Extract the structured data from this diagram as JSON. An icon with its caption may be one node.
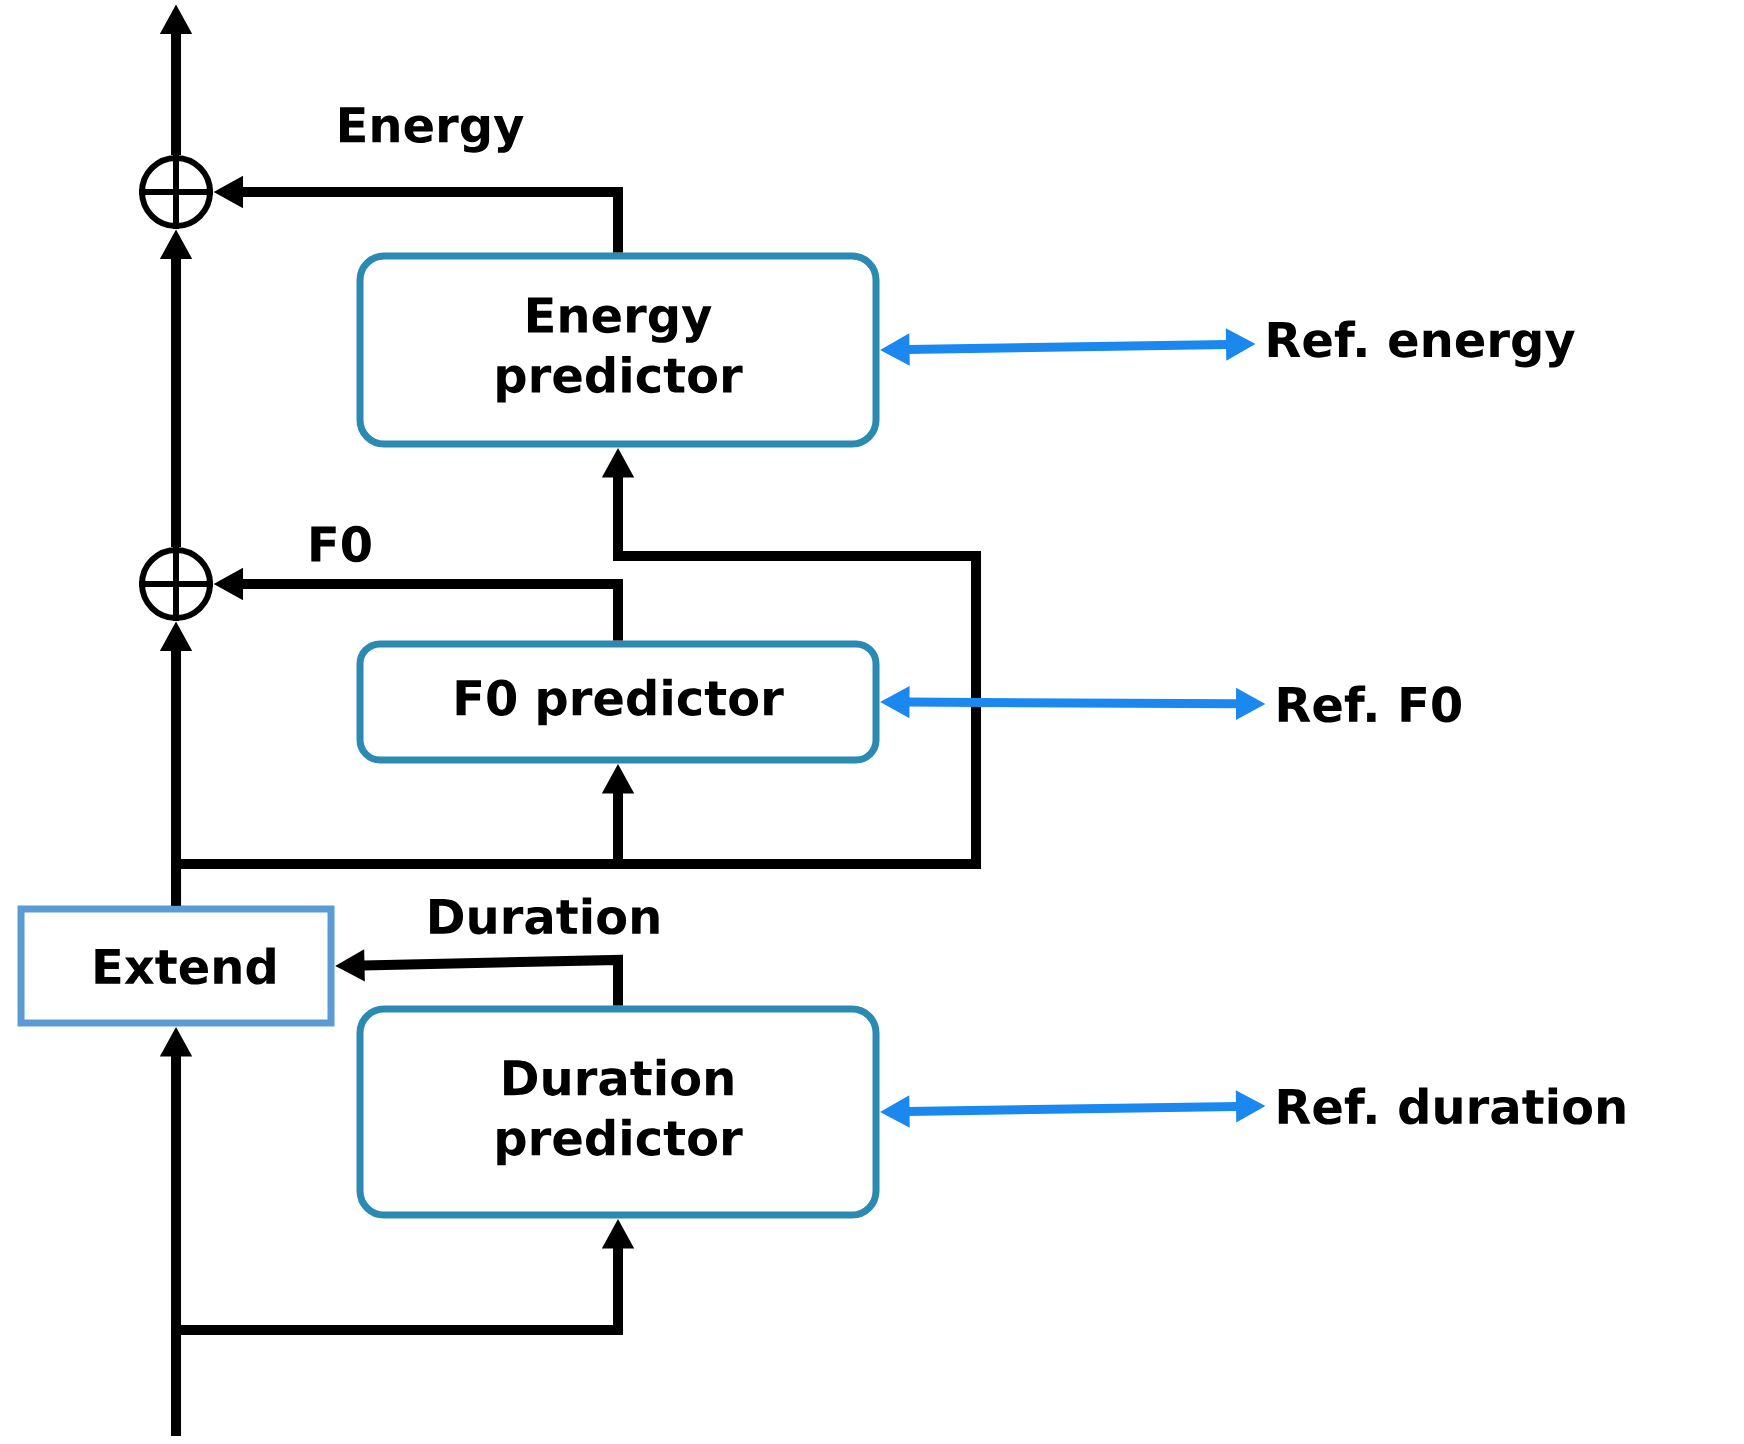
{
  "diagram": {
    "nodes": [
      {
        "text": [
          "Extend"
        ]
      },
      {
        "text": [
          "Duration predictor"
        ]
      },
      {
        "text": [
          "F0 predictor"
        ]
      },
      {
        "text": [
          "Energy predictor"
        ]
      },
      {
        "text": [],
        "shape": "circle"
      },
      {
        "text": [],
        "shape": "circle"
      },
      {
        "text": [
          "Ref. duration"
        ]
      },
      {
        "text": [
          "Ref. F0"
        ]
      },
      {
        "text": [
          "Ref. energy"
        ]
      }
    ],
    "edges": [
      {
        "from": null,
        "to": 0,
        "arrow": "to"
      },
      {
        "from": null,
        "to": 1,
        "arrow": "to"
      },
      {
        "from": 1,
        "to": 0,
        "arrow": "to",
        "label": "Duration"
      },
      {
        "from": 0,
        "to": 5,
        "arrow": "to"
      },
      {
        "from": 0,
        "to": 2,
        "arrow": "to"
      },
      {
        "from": 0,
        "to": 3,
        "arrow": "to"
      },
      {
        "from": 2,
        "to": 5,
        "arrow": "to",
        "label": "F0"
      },
      {
        "from": 5,
        "to": 4,
        "arrow": "to"
      },
      {
        "from": 3,
        "to": 4,
        "arrow": "to",
        "label": "Energy"
      },
      {
        "from": 4,
        "to": null,
        "arrow": "to"
      },
      {
        "from": 1,
        "to": 6,
        "arrow": "both",
        "color": "#1a88ee"
      },
      {
        "from": 2,
        "to": 7,
        "arrow": "both",
        "color": "#1a88ee"
      },
      {
        "from": 3,
        "to": 8,
        "arrow": "both",
        "color": "#1a88ee"
      }
    ]
  }
}
